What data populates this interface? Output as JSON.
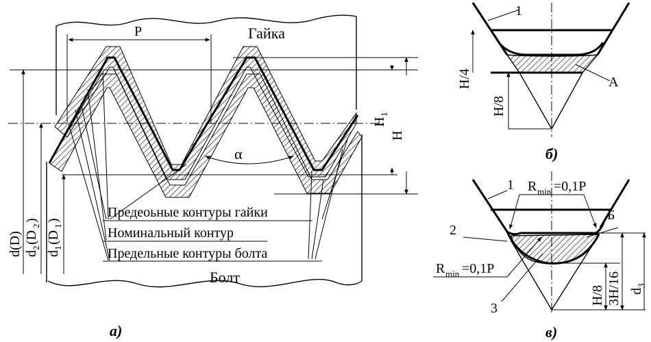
{
  "figure_a": {
    "label_nut": "Гайка",
    "label_bolt": "Болт",
    "label_p": "P",
    "label_alpha": "α",
    "label_h": "H",
    "label_h1": "H",
    "label_h1_sub": "1",
    "label_d": "d(D)",
    "label_d2": "d",
    "label_d2_sub": "2",
    "label_d2_par": "(D",
    "label_d2_sub2": "2",
    "label_d1": "d",
    "label_d1_sub": "1",
    "label_d1_par": "(D",
    "label_d1_sub2": "1",
    "legend_nut": "Предеоьные контуры гайки",
    "legend_nominal": "Номинальный контур",
    "legend_bolt": "Предельные контуры болта",
    "caption": "а)"
  },
  "figure_b": {
    "label_1": "1",
    "label_a": "A",
    "label_h4": "H/4",
    "label_h8": "H/8",
    "caption": "б)"
  },
  "figure_c": {
    "label_1": "1",
    "label_2": "2",
    "label_3": "3",
    "label_b": "Б",
    "label_rmin_top": "R",
    "label_rmin_top_sub": "min",
    "label_rmin_top_val": "=0,1P",
    "label_rmin_bot": "R",
    "label_rmin_bot_sub": "min",
    "label_rmin_bot_val": "=0,1P",
    "label_h8": "H/8",
    "label_3h16": "3H/16",
    "label_d3": "d",
    "label_d3_sub": "3",
    "caption": "в)"
  }
}
